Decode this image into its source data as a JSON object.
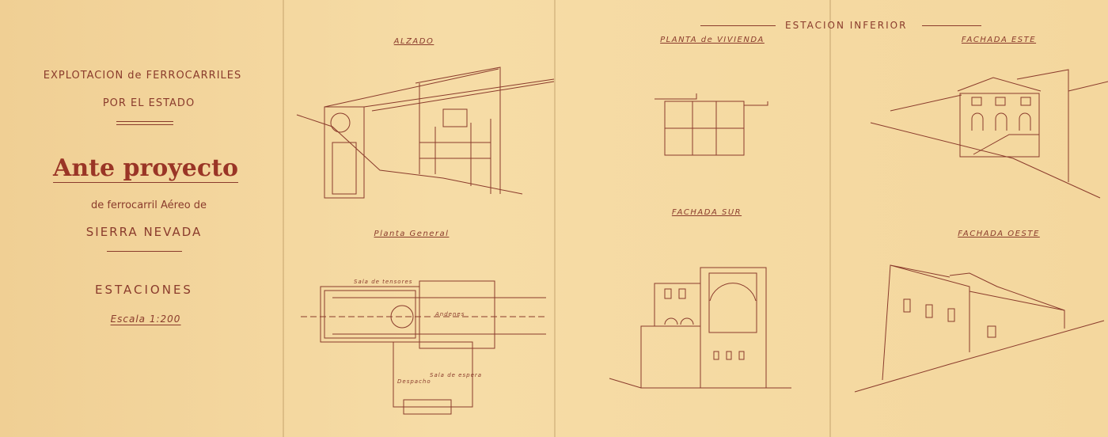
{
  "title_block": {
    "line1": "EXPLOTACION de FERROCARRILES",
    "line2": "POR EL ESTADO",
    "main_title": "Ante proyecto",
    "subtitle": "de ferrocarril Aéreo de",
    "place": "SIERRA NEVADA",
    "section": "ESTACIONES",
    "scale": "Escala 1:200"
  },
  "sheet_header": "ESTACION INFERIOR",
  "views": {
    "alzado": "ALZADO",
    "planta_general": "Planta General",
    "planta_vivienda": "PLANTA de VIVIENDA",
    "fachada_sur": "FACHADA SUR",
    "fachada_este": "FACHADA ESTE",
    "fachada_oeste": "FACHADA OESTE"
  },
  "plan_rooms": {
    "tensores": "Sala de tensores",
    "andenes": "Andenes",
    "despacho": "Despacho",
    "espera": "Sala de espera"
  },
  "colors": {
    "paper": "#f4d79e",
    "ink": "#8a3b2c",
    "title_red": "#c0392b"
  }
}
